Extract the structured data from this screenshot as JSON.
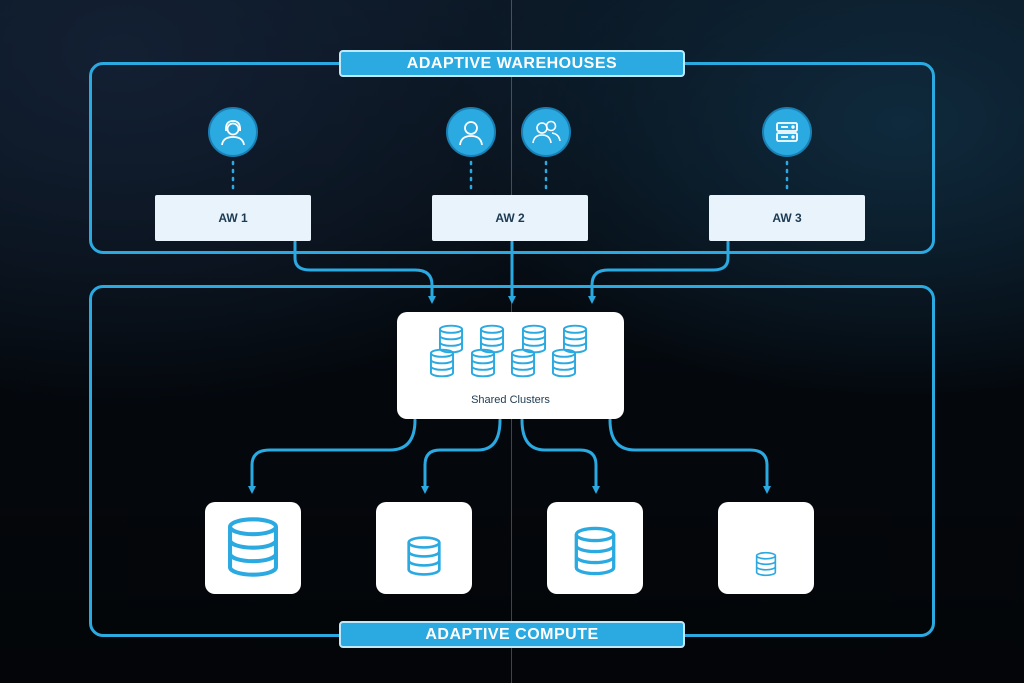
{
  "titles": {
    "warehouses": "ADAPTIVE WAREHOUSES",
    "compute": "ADAPTIVE COMPUTE"
  },
  "warehouses": [
    {
      "label": "AW 1",
      "users": [
        "user-female-icon"
      ]
    },
    {
      "label": "AW 2",
      "users": [
        "user-male-icon",
        "user-group-icon"
      ]
    },
    {
      "label": "AW 3",
      "users": [
        "server-icon"
      ]
    }
  ],
  "cluster": {
    "label": "Shared Clusters",
    "icon": "database-stack-icon",
    "database_count": 8
  },
  "storage_nodes": [
    {
      "icon": "database-icon",
      "size": "large"
    },
    {
      "icon": "database-icon",
      "size": "medium"
    },
    {
      "icon": "database-icon",
      "size": "medium-large"
    },
    {
      "icon": "database-icon",
      "size": "small"
    }
  ],
  "colors": {
    "accent": "#2ba9e1",
    "background": "#05090e",
    "box_fill": "#e9f3fb"
  }
}
